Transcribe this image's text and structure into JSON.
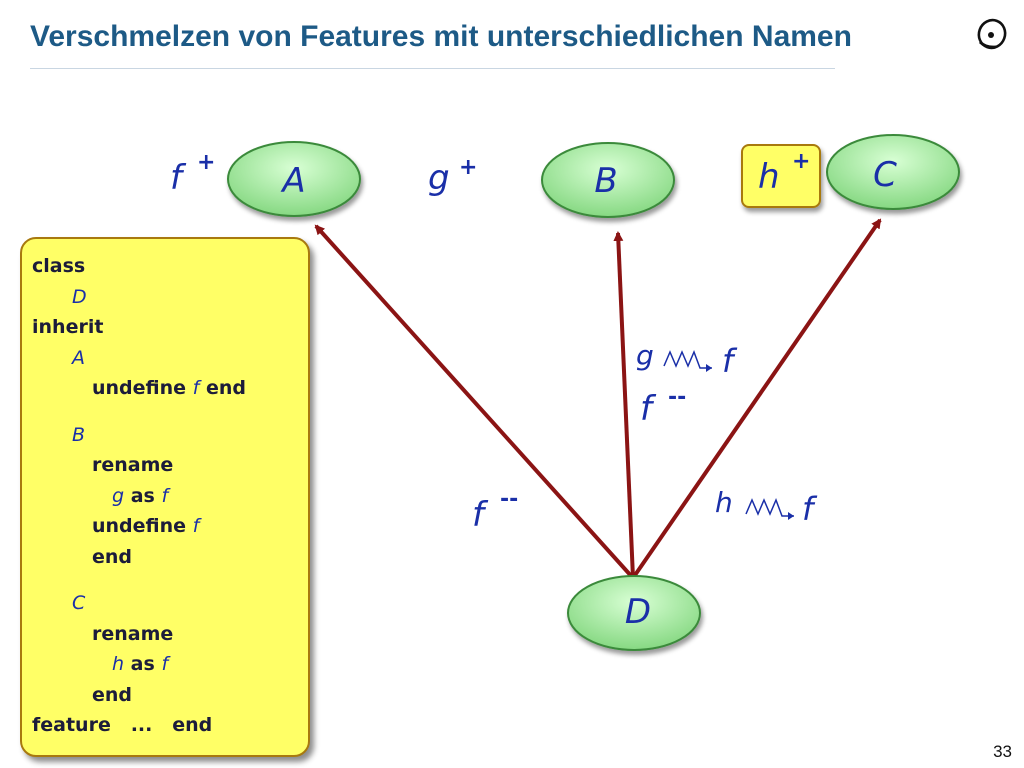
{
  "slide": {
    "title": "Verschmelzen von Features mit unterschiedlichen Namen",
    "page_number": "33",
    "logo_icon": "eiffel-logo-icon"
  },
  "nodes": {
    "A": "A",
    "B": "B",
    "C": "C",
    "D": "D"
  },
  "annotations": {
    "f_plus_name": "f",
    "f_plus_mark": "+",
    "g_plus_name": "g",
    "g_plus_mark": "+",
    "h_plus_name": "h",
    "h_plus_mark": "+",
    "rename_g_from": "g",
    "rename_g_to": "f",
    "f_minus_b_name": "f",
    "f_minus_b_mark": "--",
    "f_minus_a_name": "f",
    "f_minus_a_mark": "--",
    "rename_h_from": "h",
    "rename_h_to": "f"
  },
  "code": {
    "class_kw": "class",
    "class_name": "D",
    "inherit_kw": "inherit",
    "parent_a": "A",
    "undefine_kw_a": "undefine",
    "undefine_feature_a": "f",
    "end_kw_a": "end",
    "parent_b": "B",
    "rename_kw_b": "rename",
    "rename_old_b": "g",
    "as_kw_b": "as",
    "rename_new_b": "f",
    "undefine_kw_b": "undefine",
    "undefine_feature_b": "f",
    "end_kw_b": "end",
    "parent_c": "C",
    "rename_kw_c": "rename",
    "rename_old_c": "h",
    "as_kw_c": "as",
    "rename_new_c": "f",
    "end_kw_c": "end",
    "feature_kw": "feature",
    "ellipsis": "...",
    "end_kw_final": "end"
  },
  "colors": {
    "title": "#1d5a86",
    "arrow": "#8b1414",
    "node_fill": "#9ee89a",
    "node_stroke": "#3b8a3b",
    "code_box_fill": "#ffff66",
    "identifier": "#1a2fa8"
  }
}
